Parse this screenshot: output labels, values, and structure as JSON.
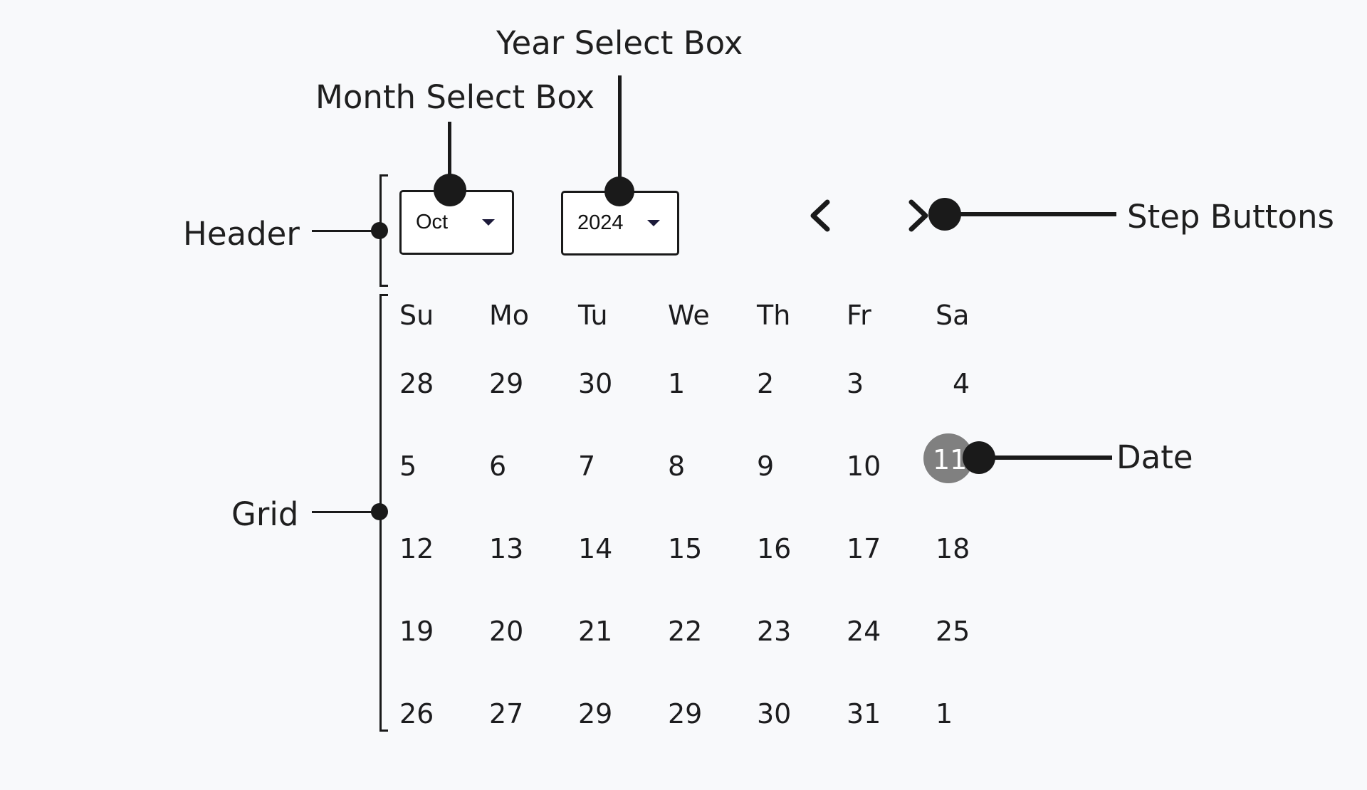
{
  "annotations": {
    "year_select": "Year Select Box",
    "month_select": "Month Select Box",
    "header": "Header",
    "step_buttons": "Step Buttons",
    "grid": "Grid",
    "date": "Date"
  },
  "calendar": {
    "month_value": "Oct",
    "year_value": "2024",
    "prev_icon": "chevron-left-icon",
    "next_icon": "chevron-right-icon",
    "weekdays": [
      "Su",
      "Mo",
      "Tu",
      "We",
      "Th",
      "Fr",
      "Sa"
    ],
    "weeks": [
      [
        "28",
        "29",
        "30",
        "1",
        "2",
        "3",
        "4"
      ],
      [
        "5",
        "6",
        "7",
        "8",
        "9",
        "10",
        "11"
      ],
      [
        "12",
        "13",
        "14",
        "15",
        "16",
        "17",
        "18"
      ],
      [
        "19",
        "20",
        "21",
        "22",
        "23",
        "24",
        "25"
      ],
      [
        "26",
        "27",
        "29",
        "29",
        "30",
        "31",
        "1"
      ]
    ],
    "selected_date": "11",
    "selected_color": "#808080"
  }
}
